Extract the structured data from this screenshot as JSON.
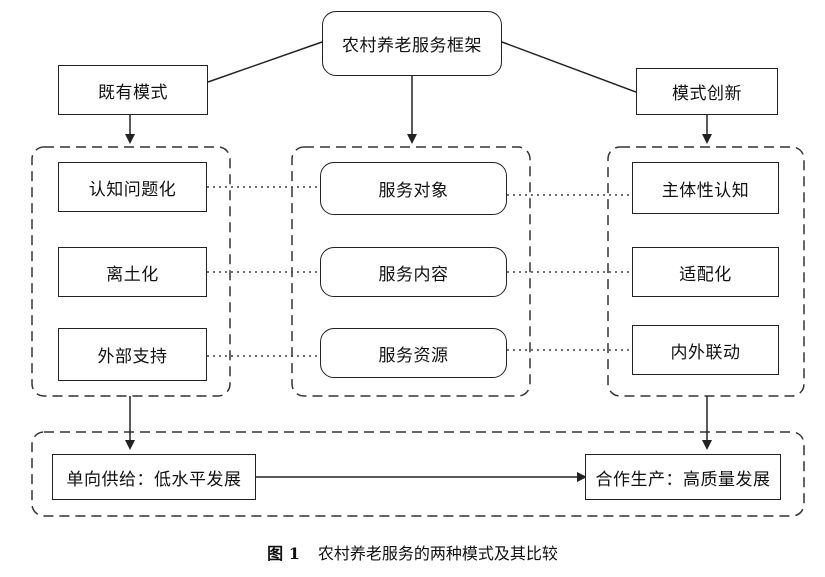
{
  "title": "农村养老服务框架",
  "left_header": "既有模式",
  "right_header": "模式创新",
  "left_items": [
    "认知问题化",
    "离土化",
    "外部支持"
  ],
  "center_items": [
    "服务对象",
    "服务内容",
    "服务资源"
  ],
  "right_items": [
    "主体性认知",
    "适配化",
    "内外联动"
  ],
  "outcome_left": "单向供给：低水平发展",
  "outcome_right": "合作生产：高质量发展",
  "caption": {
    "label": "图 1",
    "text": "农村养老服务的两种模式及其比较"
  }
}
